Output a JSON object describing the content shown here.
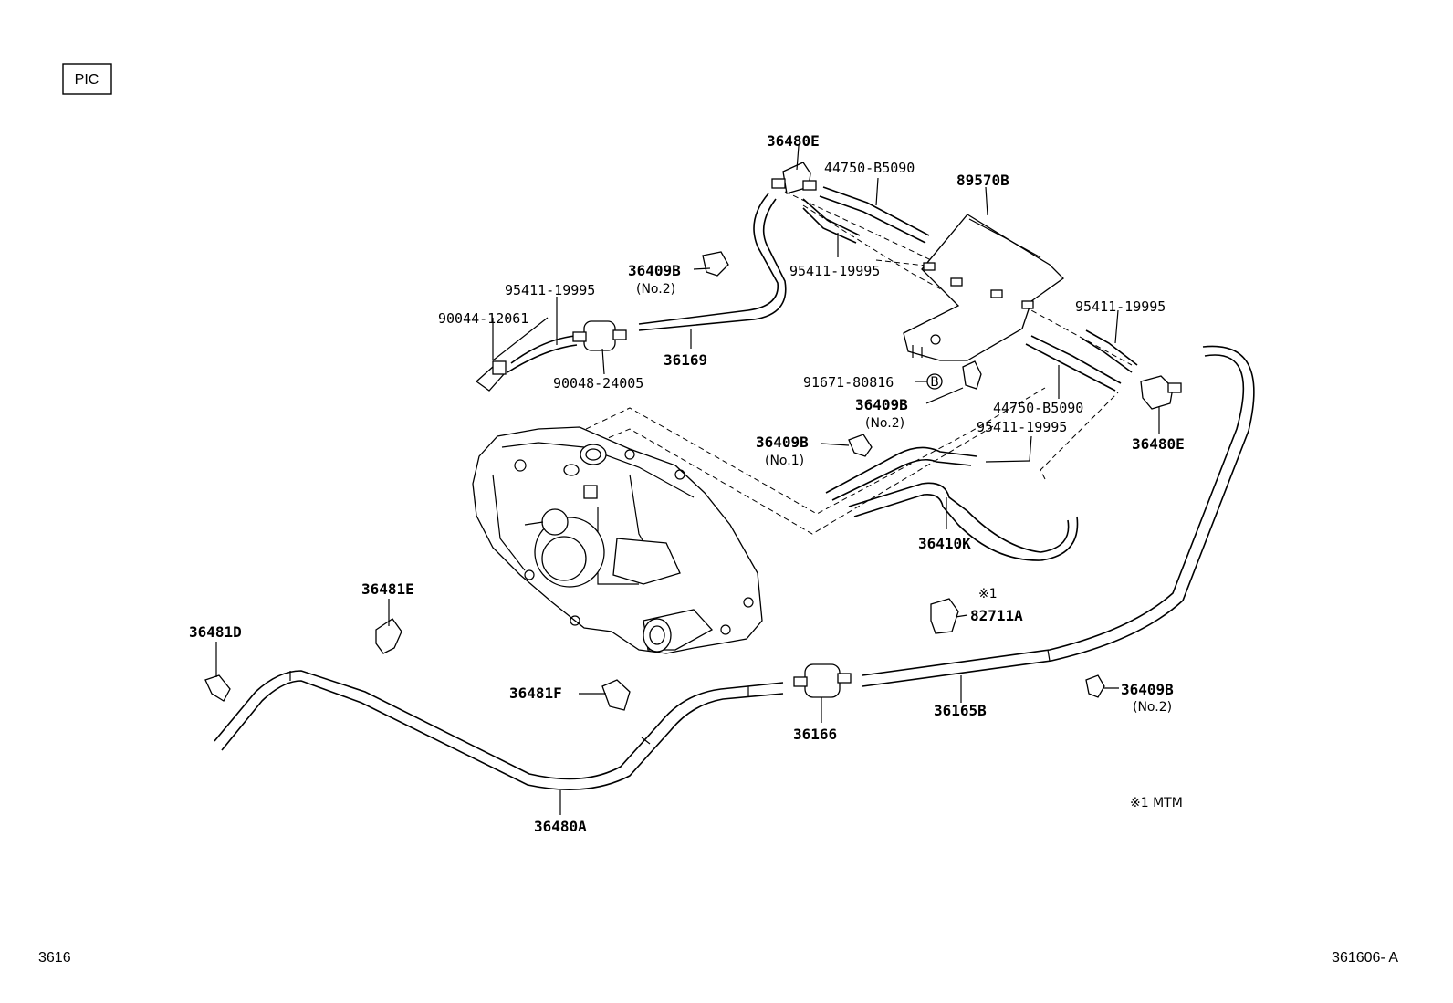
{
  "pic_label": "PIC",
  "figure_code": "3616",
  "figure_id": "361606- A",
  "note": "※1 MTM",
  "callouts": {
    "c36480E_top": "36480E",
    "c44750_top": "44750-B5090",
    "c89570B": "89570B",
    "c36409B_top": "36409B",
    "c36409B_top_sub": "(No.2)",
    "c95411_a": "95411-19995",
    "c95411_b": "95411-19995",
    "c90044": "90044-12061",
    "c90048": "90048-24005",
    "c36169": "36169",
    "c95411_c": "95411-19995",
    "c91671": "91671-80816",
    "c91671_mark": "B",
    "c36409B_mid": "36409B",
    "c36409B_mid_sub": "(No.2)",
    "c44750_bot": "44750-B5090",
    "c95411_d": "95411-19995",
    "c36480E_right": "36480E",
    "c36409B_left": "36409B",
    "c36409B_left_sub": "(No.1)",
    "c36410K": "36410K",
    "c36481E": "36481E",
    "c36481D": "36481D",
    "c82711A_mark": "※1",
    "c82711A": "82711A",
    "c36481F": "36481F",
    "c36409B_bot": "36409B",
    "c36409B_bot_sub": "(No.2)",
    "c36166": "36166",
    "c36165B": "36165B",
    "c36480A": "36480A"
  }
}
